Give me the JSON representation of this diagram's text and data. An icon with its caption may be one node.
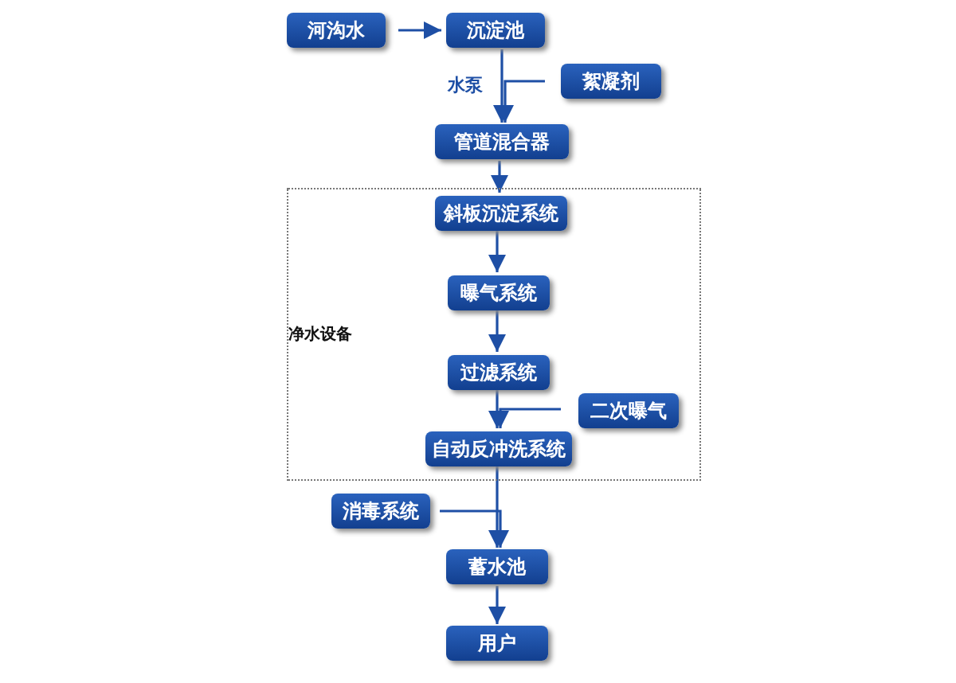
{
  "diagram": {
    "nodes": [
      {
        "text": [
          "河沟水"
        ]
      },
      {
        "text": [
          "沉淀池"
        ]
      },
      {
        "text": [
          "絮凝剂"
        ]
      },
      {
        "text": [
          "管道混合器"
        ]
      },
      {
        "text": [
          "净水设备"
        ]
      },
      {
        "text": [
          "斜板沉淀系统"
        ],
        "in": 4
      },
      {
        "text": [
          "曝气系统"
        ],
        "in": 4
      },
      {
        "text": [
          "过滤系统"
        ],
        "in": 4
      },
      {
        "text": [
          "二次曝气"
        ],
        "in": 4
      },
      {
        "text": [
          "自动反冲洗系统"
        ],
        "in": 4
      },
      {
        "text": [
          "消毒系统"
        ]
      },
      {
        "text": [
          "蓄水池"
        ]
      },
      {
        "text": [
          "用户"
        ]
      }
    ],
    "edges": [
      {
        "from": 0,
        "to": 1,
        "arrow": "to"
      },
      {
        "from": 1,
        "to": 3,
        "arrow": "to",
        "label": "水泵"
      },
      {
        "from": 2,
        "to": 3,
        "arrow": "to"
      },
      {
        "from": 3,
        "to": 5,
        "arrow": "to"
      },
      {
        "from": 5,
        "to": 6,
        "arrow": "to"
      },
      {
        "from": 6,
        "to": 7,
        "arrow": "to"
      },
      {
        "from": 7,
        "to": 9,
        "arrow": "to"
      },
      {
        "from": 8,
        "to": 9,
        "arrow": "to"
      },
      {
        "from": 9,
        "to": 11,
        "arrow": "to"
      },
      {
        "from": 10,
        "to": 11,
        "arrow": "to"
      },
      {
        "from": 11,
        "to": 12,
        "arrow": "to"
      }
    ]
  }
}
